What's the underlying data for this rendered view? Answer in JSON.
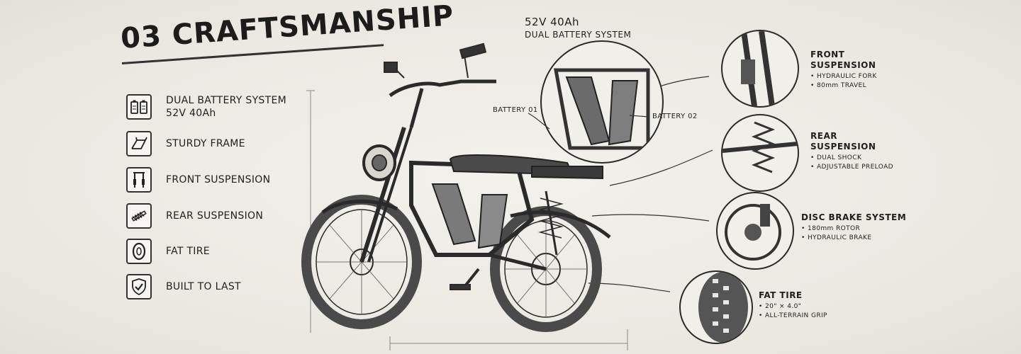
{
  "title": "03 CRAFTSMANSHIP",
  "features": [
    {
      "icon": "battery-icon",
      "line1": "DUAL BATTERY SYSTEM",
      "line2": "52V 40Ah"
    },
    {
      "icon": "frame-icon",
      "line1": "STURDY FRAME",
      "line2": ""
    },
    {
      "icon": "fork-icon",
      "line1": "FRONT SUSPENSION",
      "line2": ""
    },
    {
      "icon": "shock-icon",
      "line1": "REAR SUSPENSION",
      "line2": ""
    },
    {
      "icon": "tire-icon",
      "line1": "FAT TIRE",
      "line2": ""
    },
    {
      "icon": "shield-check-icon",
      "line1": "BUILT TO LAST",
      "line2": ""
    }
  ],
  "battery_callout": {
    "line1": "52V 40Ah",
    "line2": "DUAL BATTERY SYSTEM",
    "left_label": "BATTERY 01",
    "right_label": "BATTERY 02"
  },
  "callouts": [
    {
      "title_l1": "FRONT",
      "title_l2": "SUSPENSION",
      "b1": "• HYDRAULIC FORK",
      "b2": "• 80mm TRAVEL"
    },
    {
      "title_l1": "REAR",
      "title_l2": "SUSPENSION",
      "b1": "• DUAL SHOCK",
      "b2": "• ADJUSTABLE PRELOAD"
    },
    {
      "title_l1": "DISC BRAKE SYSTEM",
      "title_l2": "",
      "b1": "• 180mm ROTOR",
      "b2": "• HYDRAULIC BRAKE"
    },
    {
      "title_l1": "FAT TIRE",
      "title_l2": "",
      "b1": "• 20\" × 4.0\"",
      "b2": "• ALL-TERRAIN GRIP"
    }
  ]
}
